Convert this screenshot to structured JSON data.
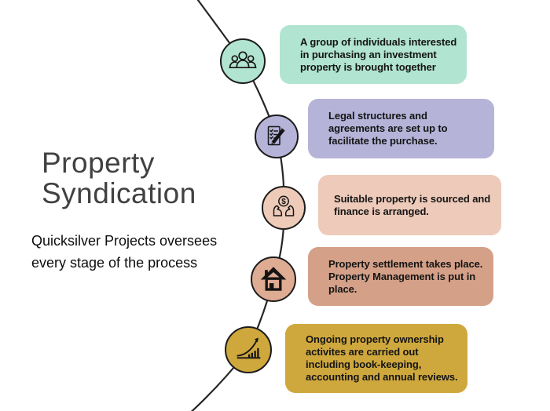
{
  "page": {
    "background": "#ffffff",
    "line_color": "#262626"
  },
  "header": {
    "title_line1": "Property",
    "title_line2": "Syndication",
    "subtitle_line1": "Quicksilver Projects oversees",
    "subtitle_line2": "every stage of the process",
    "title_color": "#414141"
  },
  "timeline": {
    "steps": [
      {
        "icon": "group-people-icon",
        "circle_color": "#b1e4d1",
        "box_color": "#b1e4d1",
        "text": "A group of individuals interested in purchasing an investment property is brought together"
      },
      {
        "icon": "checklist-pencil-icon",
        "circle_color": "#b5b3d8",
        "box_color": "#b5b3d8",
        "text": "Legal structures and agreements are set up to facilitate the purchase."
      },
      {
        "icon": "hands-money-icon",
        "circle_color": "#eecbb9",
        "box_color": "#edcaba",
        "text": "Suitable property is sourced and finance is arranged."
      },
      {
        "icon": "house-icon",
        "circle_color": "#deab93",
        "box_color": "#d5a088",
        "text": "Property settlement takes place. Property Management is put in place."
      },
      {
        "icon": "growth-chart-icon",
        "circle_color": "#cfa83d",
        "box_color": "#cfa83d",
        "text": "Ongoing property ownership activites are carried out including book-keeping, accounting and annual reviews."
      }
    ]
  }
}
